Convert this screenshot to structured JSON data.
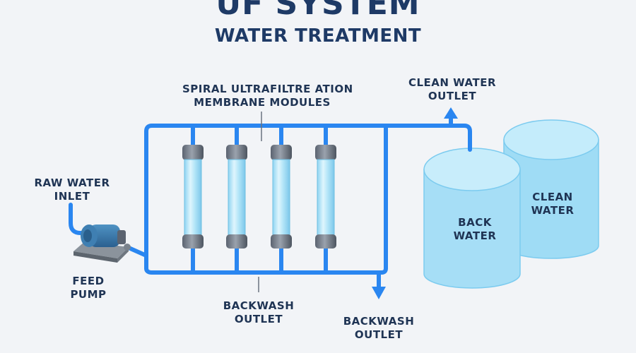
{
  "header": {
    "title": "UF SYSTEM",
    "subtitle": "WATER TREATMENT"
  },
  "labels": {
    "membrane_line1": "SPIRAL ULTRAFILTRE ATION",
    "membrane_line2": "MEMBRANE MODULES",
    "clean_outlet_line1": "CLEAN WATER",
    "clean_outlet_line2": "OUTLET",
    "raw_inlet_line1": "RAW WATER",
    "raw_inlet_line2": "INLET",
    "feed_pump_line1": "FEED",
    "feed_pump_line2": "PUMP",
    "backwash_left_line1": "BACKWASH",
    "backwash_left_line2": "OUTLET",
    "backwash_right_line1": "BACKWASH",
    "backwash_right_line2": "OUTLET",
    "back_tank_line1": "BACK",
    "back_tank_line2": "WATER",
    "clean_tank_line1": "CLEAN",
    "clean_tank_line2": "WATER"
  },
  "colors": {
    "pipe": "#2a86f0",
    "tank": "#9fdcf5",
    "tank_top": "#c4ecfb",
    "text": "#1f3454",
    "background": "#f2f4f7"
  },
  "modules": 4
}
